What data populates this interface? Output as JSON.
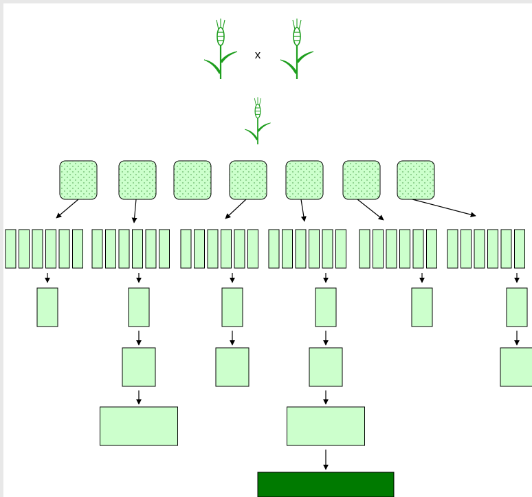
{
  "diagram": {
    "cross_symbol": "x",
    "colors": {
      "box_fill": "#ccffcc",
      "final_fill": "#007a00",
      "plant_green": "#1e9e1e",
      "dot_color": "#66b266",
      "stroke": "#000000"
    },
    "parent_plants": [
      "wheat-plant",
      "wheat-plant"
    ],
    "offspring_plant": "wheat-plant",
    "seed_squares": 7,
    "row_groups": 6,
    "strips_per_group": 6,
    "branches": [
      {
        "name": "branch-1",
        "stages": [
          "small"
        ]
      },
      {
        "name": "branch-2",
        "stages": [
          "small",
          "medium",
          "wide"
        ]
      },
      {
        "name": "branch-3",
        "stages": [
          "small",
          "medium"
        ]
      },
      {
        "name": "branch-4",
        "stages": [
          "small",
          "medium",
          "wide",
          "final"
        ]
      },
      {
        "name": "branch-5",
        "stages": [
          "small"
        ]
      },
      {
        "name": "branch-6",
        "stages": [
          "small",
          "medium"
        ]
      }
    ]
  }
}
